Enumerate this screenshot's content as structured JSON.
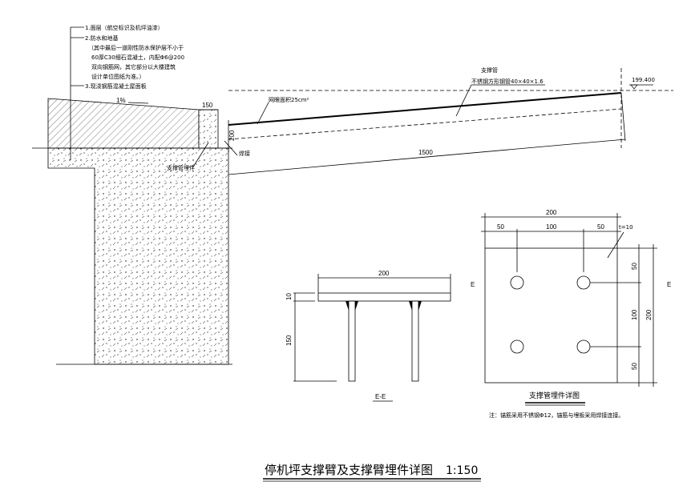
{
  "layers": {
    "l1": "1.面层（航空标识及机坪油漆）",
    "l2": "2.防水和地基",
    "l2a": "（其中最后一道刚性防水保护层不小于",
    "l2b": "60厚C30细石混凝土，内配Φ6@200",
    "l2c": "双向钢筋网，其它部分以大楼建筑",
    "l2d": "设计单位图纸为准。）",
    "l3": "3.现浇钢筋混凝土屋面板"
  },
  "section": {
    "slope": "1%",
    "curb_width": "150",
    "curb_height": "200",
    "weld_label": "焊接",
    "embed_label": "支撑管埋件",
    "area_label": "网眼面积25cm²",
    "pipe_label": "支撑管",
    "pipe_spec": "不锈钢方形钢管40×40×1.6",
    "length": "1500",
    "elevation": "199.400"
  },
  "ee": {
    "width": "200",
    "thickness": "10",
    "height": "150",
    "label": "E-E"
  },
  "detail": {
    "total": "200",
    "d1": "50",
    "d2": "100",
    "d3": "50",
    "t": "t=10",
    "v1": "50",
    "v2": "100",
    "v3": "50",
    "vtotal": "200",
    "mark_left": "E",
    "mark_right": "E",
    "title": "支撑管埋件详图",
    "note": "注：锚筋采用不锈钢Φ12，锚筋与埋板采用焊接连接。"
  },
  "drawing_title": "停机坪支撑臂及支撑臂埋件详图",
  "scale": "1:150"
}
